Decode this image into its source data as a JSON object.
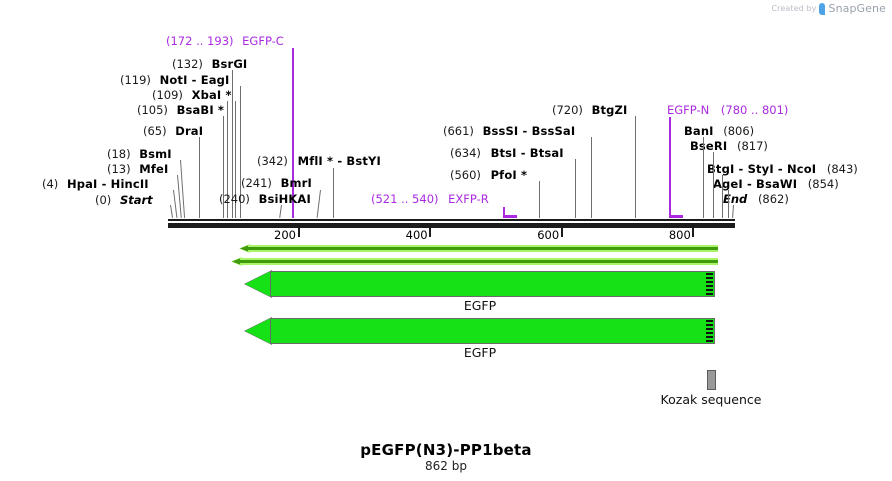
{
  "watermark": {
    "prefix": "Created by",
    "brand": "SnapGene"
  },
  "plasmid": {
    "name": "pEGFP(N3)-PP1beta",
    "size": "862 bp",
    "length_bp": 862
  },
  "ruler": {
    "ticks": [
      {
        "label": "200",
        "value": 200
      },
      {
        "label": "400",
        "value": 400
      },
      {
        "label": "600",
        "value": 600
      },
      {
        "label": "800",
        "value": 800
      }
    ]
  },
  "site_labels": [
    {
      "pos": "(172 .. 193)",
      "enz": "EGFP-C",
      "purple": true,
      "order": "pos-first"
    },
    {
      "pos": "(132)",
      "enz": "BsrGI",
      "purple": false,
      "order": "pos-first"
    },
    {
      "pos": "(119)",
      "enz": "NotI - EagI",
      "purple": false,
      "order": "pos-first"
    },
    {
      "pos": "(109)",
      "enz": "XbaI *",
      "purple": false,
      "order": "pos-first"
    },
    {
      "pos": "(105)",
      "enz": "BsaBI *",
      "purple": false,
      "order": "pos-first"
    },
    {
      "pos": "(65)",
      "enz": "DraI",
      "purple": false,
      "order": "pos-first"
    },
    {
      "pos": "(18)",
      "enz": "BsmI",
      "purple": false,
      "order": "pos-first"
    },
    {
      "pos": "(13)",
      "enz": "MfeI",
      "purple": false,
      "order": "pos-first"
    },
    {
      "pos": "(4)",
      "enz": "HpaI - HincII",
      "purple": false,
      "order": "pos-first"
    },
    {
      "pos": "(0)",
      "enz": "Start",
      "purple": false,
      "order": "pos-first",
      "italic": true
    },
    {
      "pos": "(342)",
      "enz": "MflI * - BstYI",
      "purple": false,
      "order": "pos-first"
    },
    {
      "pos": "(241)",
      "enz": "BmrI",
      "purple": false,
      "order": "pos-first"
    },
    {
      "pos": "(240)",
      "enz": "BsiHKAI",
      "purple": false,
      "order": "pos-first"
    },
    {
      "pos": "(521 .. 540)",
      "enz": "EXFP-R",
      "purple": true,
      "order": "pos-first"
    },
    {
      "pos": "(720)",
      "enz": "BtgZI",
      "purple": false,
      "order": "pos-first"
    },
    {
      "pos": "(661)",
      "enz": "BssSI - BssSaI",
      "purple": false,
      "order": "pos-first"
    },
    {
      "pos": "(634)",
      "enz": "BtsI - BtsaI",
      "purple": false,
      "order": "pos-first"
    },
    {
      "pos": "(560)",
      "enz": "PfoI *",
      "purple": false,
      "order": "pos-first"
    },
    {
      "pos": "(780 .. 801)",
      "enz": "EGFP-N",
      "purple": true,
      "order": "enz-first"
    },
    {
      "pos": "(806)",
      "enz": "BanI",
      "purple": false,
      "order": "enz-first"
    },
    {
      "pos": "(817)",
      "enz": "BseRI",
      "purple": false,
      "order": "enz-first"
    },
    {
      "pos": "(843)",
      "enz": "BtgI - StyI - NcoI",
      "purple": false,
      "order": "enz-first"
    },
    {
      "pos": "(854)",
      "enz": "AgeI - BsaWI",
      "purple": false,
      "order": "enz-first"
    },
    {
      "pos": "(862)",
      "enz": "End",
      "purple": false,
      "order": "enz-first",
      "italic": true
    }
  ],
  "features": [
    {
      "name": "EGFP",
      "label": "EGFP"
    },
    {
      "name": "EGFP",
      "label": "EGFP"
    }
  ],
  "legend": [
    {
      "label": "Kozak sequence",
      "color": "#9a9a9a"
    }
  ],
  "colors": {
    "feature_green": "#16e016",
    "arrow_green": "#3f9b0b",
    "arrow_glow": "#a8f56a",
    "primer_purple": "#aa2ae0",
    "backbone": "#1c1c1c",
    "kozak_gray": "#9a9a9a"
  }
}
